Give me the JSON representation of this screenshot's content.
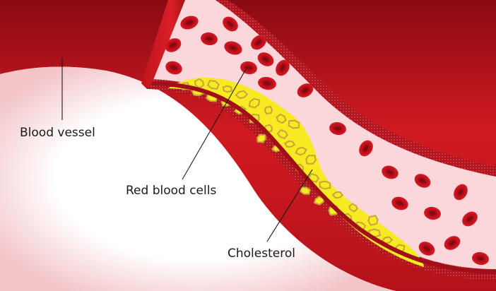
{
  "labels": {
    "blood_vessel": "Blood vessel",
    "red_blood_cells": "Red blood cells",
    "cholesterol": "Cholesterol"
  },
  "colors": {
    "vessel_outer": "#d01b22",
    "vessel_dark": "#8e0d14",
    "lumen": "#fbd6da",
    "plaque_fill": "#f7ea22",
    "plaque_cells": "#c8a43a",
    "rbc": "#c5101b",
    "rbc_center": "#8e0b12"
  }
}
